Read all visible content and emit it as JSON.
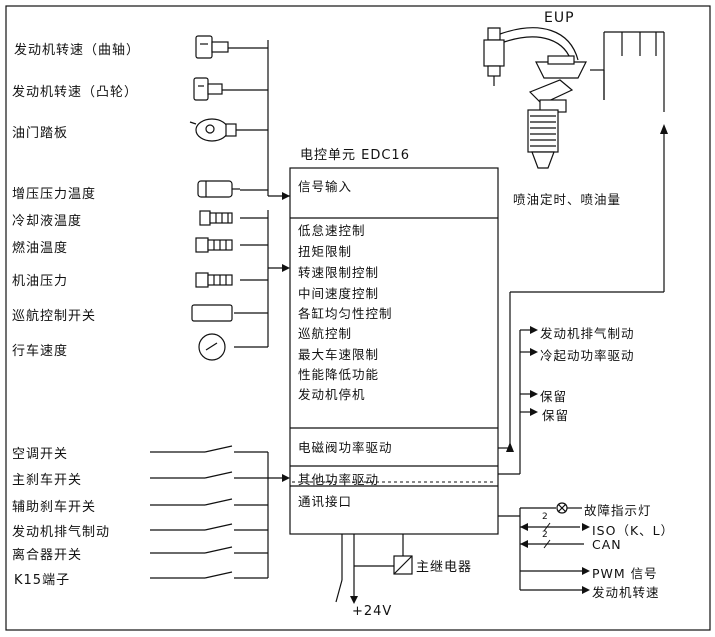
{
  "top_inputs": [
    "发动机转速（曲轴）",
    "发动机转速（凸轮）",
    "油门踏板"
  ],
  "sensor_inputs": [
    "增压压力温度",
    "冷却液温度",
    "燃油温度",
    "机油压力",
    "巡航控制开关",
    "行车速度"
  ],
  "switch_inputs": [
    "空调开关",
    "主刹车开关",
    "辅助刹车开关",
    "发动机排气制动",
    "离合器开关",
    "K15端子"
  ],
  "ecu": {
    "title": "电控单元 EDC16",
    "input_label": "信号输入",
    "functions": [
      "低怠速控制",
      "扭矩限制",
      "转速限制控制",
      "中间速度控制",
      "各缸均匀性控制",
      "巡航控制",
      "最大车速限制",
      "性能降低功能",
      "发动机停机"
    ],
    "solenoid_driver": "电磁阀功率驱动",
    "other_driver": "其他功率驱动",
    "comm_interface": "通讯接口"
  },
  "eup": {
    "label": "EUP",
    "injection": "喷油定时、喷油量"
  },
  "other_outputs": [
    "发动机排气制动",
    "冷起动功率驱动",
    "保留",
    "保留"
  ],
  "comm_outputs": {
    "fault_lamp": "故障指示灯",
    "iso": "ISO（K、L）",
    "can": "CAN",
    "pwm": "PWM 信号",
    "engine_speed": "发动机转速",
    "iso_mark": "2",
    "can_mark": "2"
  },
  "power": {
    "relay": "主继电器",
    "supply": "+24V"
  }
}
